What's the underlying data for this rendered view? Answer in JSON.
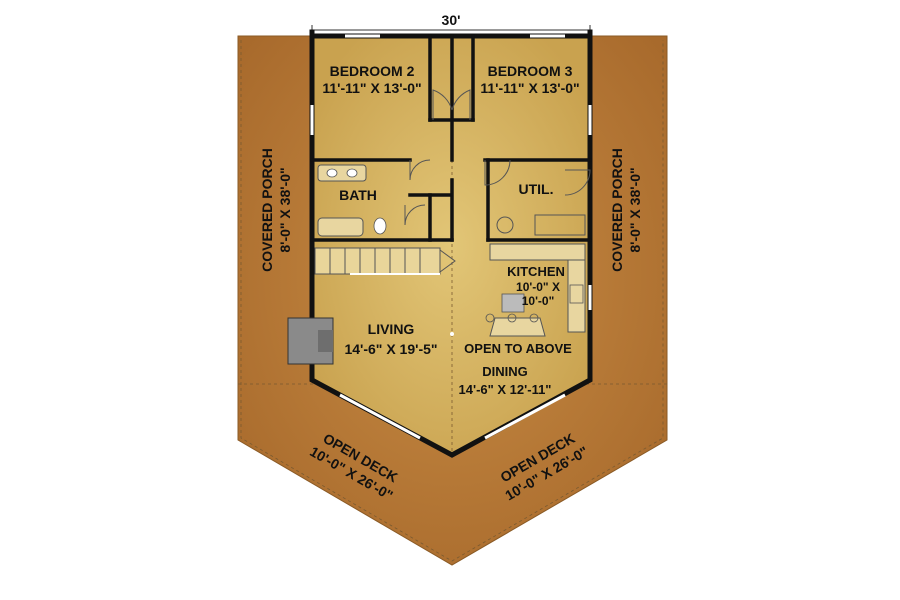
{
  "dimension_top": "30'",
  "rooms": {
    "bedroom2": {
      "name": "BEDROOM 2",
      "size": "11'-11\" X 13'-0\""
    },
    "bedroom3": {
      "name": "BEDROOM 3",
      "size": "11'-11\" X 13'-0\""
    },
    "bath": {
      "name": "BATH"
    },
    "util": {
      "name": "UTIL."
    },
    "kitchen": {
      "name": "KITCHEN",
      "size_line1": "10'-0\" X",
      "size_line2": "10'-0\""
    },
    "living": {
      "name": "LIVING",
      "size": "14'-6\" X 19'-5\""
    },
    "open_above": {
      "name": "OPEN TO ABOVE"
    },
    "dining": {
      "name": "DINING",
      "size": "14'-6\" X 12'-11\""
    },
    "porch_left": {
      "name": "COVERED PORCH",
      "size": "8'-0\" X 38'-0\""
    },
    "porch_right": {
      "name": "COVERED PORCH",
      "size": "8'-0\" X 38'-0\""
    },
    "deck_left": {
      "name": "OPEN DECK",
      "size": "10'-0\" X 26'-0\""
    },
    "deck_right": {
      "name": "OPEN DECK",
      "size": "10'-0\" X 26'-0\""
    }
  },
  "colors": {
    "deck_wood": "#b97a35",
    "interior_floor": "#d6b460",
    "walls": "#111111",
    "fireplace": "#8a8a8a"
  }
}
